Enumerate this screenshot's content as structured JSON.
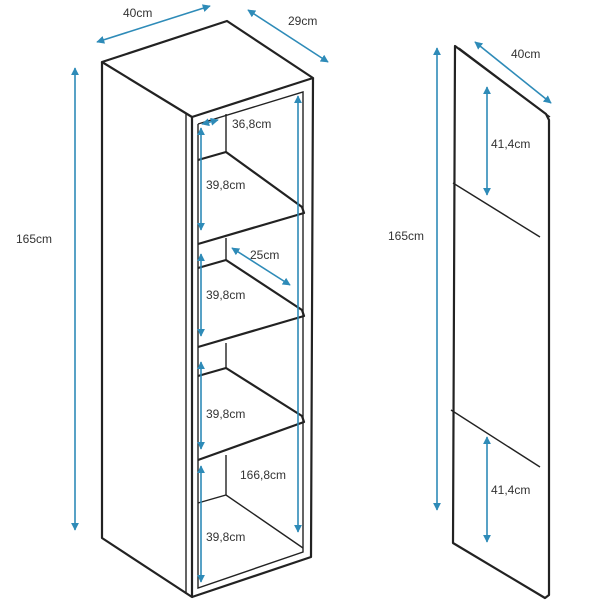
{
  "title": "Shelf cabinet dimension diagram",
  "colors": {
    "dimension": "#2e8bb8",
    "outline": "#222222"
  },
  "cabinet": {
    "width": "40cm",
    "depth": "29cm",
    "height": "165cm",
    "inner_width": "36,8cm",
    "shelf_depth": "25cm",
    "inner_height": "166,8cm",
    "compartments": [
      "39,8cm",
      "39,8cm",
      "39,8cm",
      "39,8cm"
    ]
  },
  "door": {
    "width": "40cm",
    "height": "165cm",
    "top_offset": "41,4cm",
    "bottom_offset": "41,4cm"
  }
}
